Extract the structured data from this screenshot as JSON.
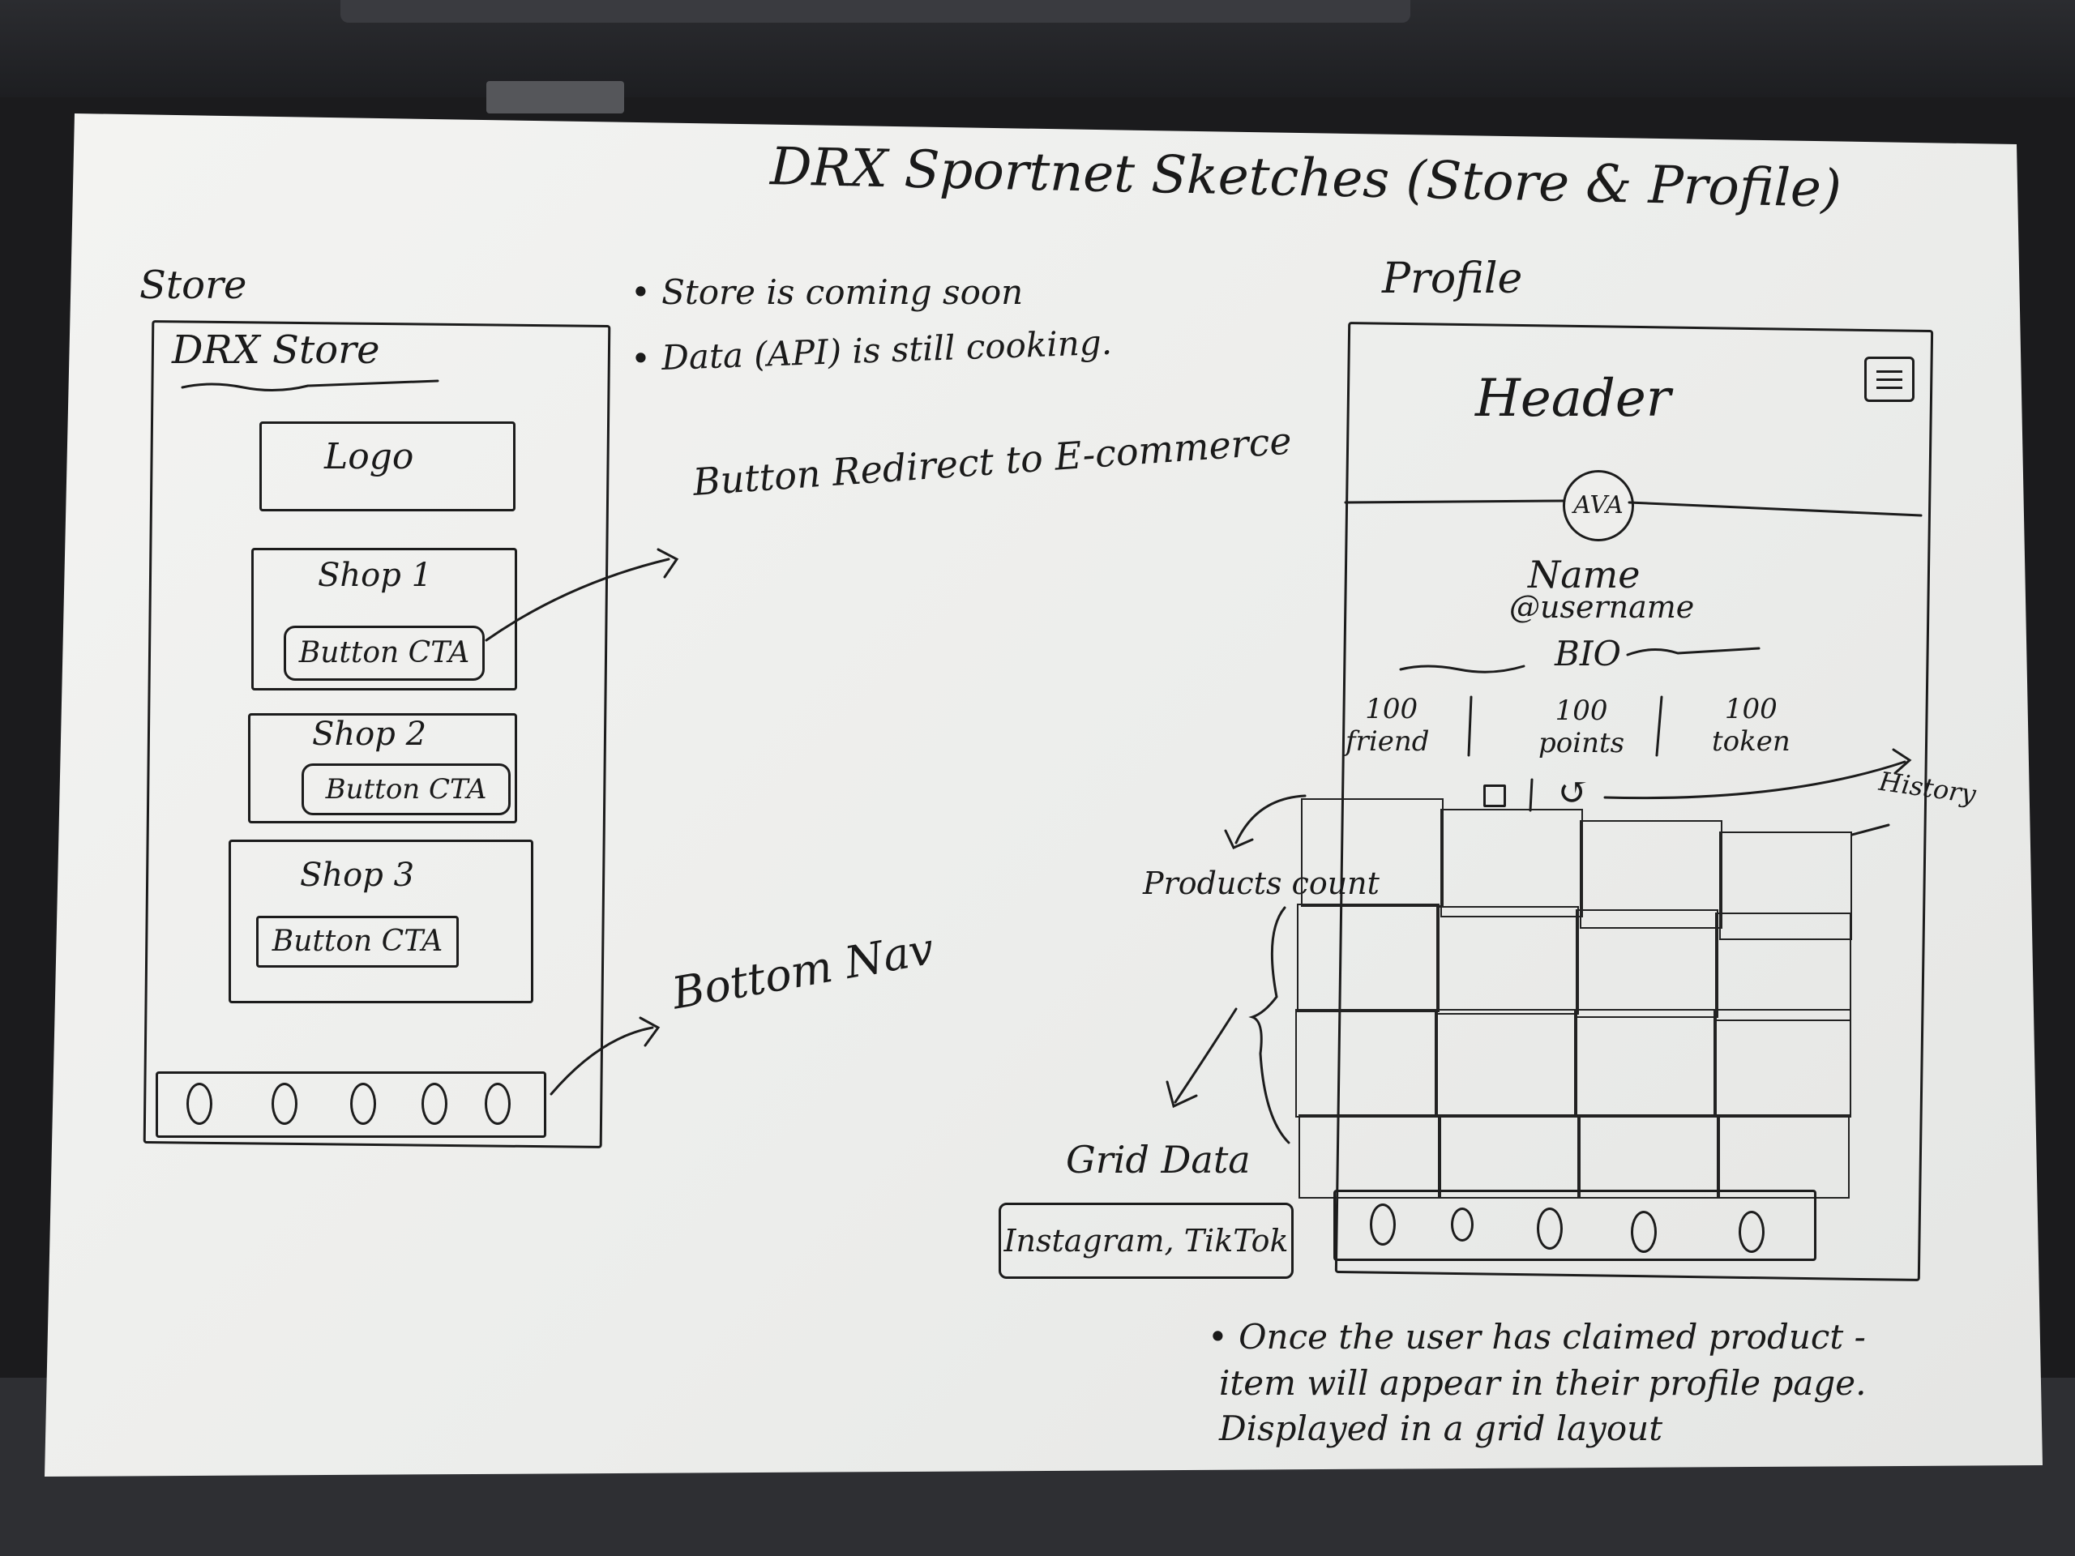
{
  "title": "DRX Sportnet Sketches (Store & Profile)",
  "store": {
    "section_label": "Store",
    "screen_title": "DRX Store",
    "logo_label": "Logo",
    "shops": [
      {
        "name": "Shop 1",
        "button": "Button CTA"
      },
      {
        "name": "Shop 2",
        "button": "Button CTA"
      },
      {
        "name": "Shop 3",
        "button": "Button CTA"
      }
    ],
    "bottom_nav_items": 5
  },
  "notes": {
    "note1": "Store is coming soon",
    "note2": "Data (API) is still cooking."
  },
  "annotations": {
    "button_redirect": "Button Redirect to E-commerce",
    "bottom_nav": "Bottom Nav",
    "history": "History",
    "products_count": "Products count",
    "grid_data": "Grid Data",
    "socials": "Instagram, TikTok"
  },
  "profile": {
    "section_label": "Profile",
    "header_label": "Header",
    "avatar_label": "AVA",
    "name": "Name",
    "username": "@username",
    "bio": "BIO",
    "stats": [
      {
        "value": "100",
        "label": "friend"
      },
      {
        "value": "100",
        "label": "points"
      },
      {
        "value": "100",
        "label": "token"
      }
    ],
    "bottom_nav_items": 5
  },
  "footer_note": {
    "line1": "Once the user has claimed product -",
    "line2": "item will appear in their profile page.",
    "line3": "Displayed in a grid layout"
  }
}
